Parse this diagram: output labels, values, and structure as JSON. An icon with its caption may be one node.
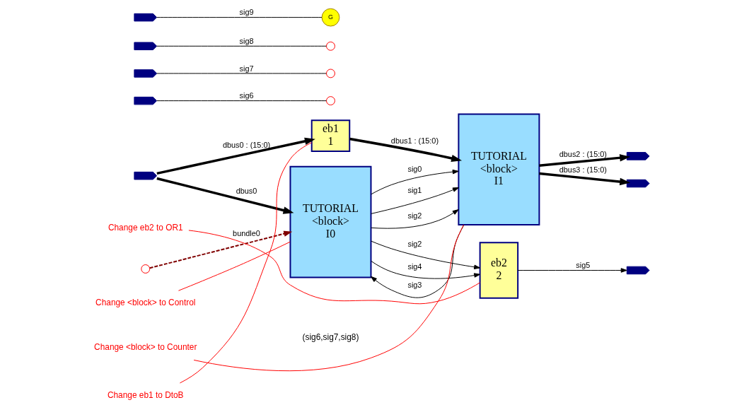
{
  "diagram": {
    "nodes": [
      {
        "text": [],
        "shape": "port"
      },
      {
        "text": [],
        "shape": "port"
      },
      {
        "text": [],
        "shape": "port"
      },
      {
        "text": [],
        "shape": "port"
      },
      {
        "text": [],
        "shape": "port"
      },
      {
        "text": [],
        "shape": "circle"
      },
      {
        "text": [],
        "shape": "circle"
      },
      {
        "text": [],
        "shape": "circle"
      },
      {
        "text": [],
        "shape": "circle"
      },
      {
        "text": [
          "G"
        ]
      },
      {
        "text": [
          "eb1",
          "1"
        ]
      },
      {
        "text": [
          "TUTORIAL",
          "<block>",
          "I0"
        ]
      },
      {
        "text": [
          "TUTORIAL",
          "<block>",
          "I1"
        ]
      },
      {
        "text": [
          "eb2",
          "2"
        ]
      },
      {
        "text": [],
        "shape": "port"
      },
      {
        "text": [],
        "shape": "port"
      },
      {
        "text": [],
        "shape": "port"
      },
      {
        "text": [
          "Change <block> to Control"
        ]
      },
      {
        "text": [
          "Change eb1 to DtoB"
        ]
      },
      {
        "text": [
          "Change <block> to Counter"
        ]
      },
      {
        "text": [
          "Change eb2 to OR1"
        ]
      }
    ],
    "edges": [
      {
        "from": 0,
        "to": 10,
        "arrow": "to",
        "label": "dbus0 : (15:0)",
        "style": "thick"
      },
      {
        "from": 0,
        "to": 11,
        "arrow": "to",
        "label": "dbus0",
        "style": "thick"
      },
      {
        "from": 1,
        "to": 5,
        "arrow": "none",
        "label": "sig6"
      },
      {
        "from": 2,
        "to": 6,
        "arrow": "none",
        "label": "sig7"
      },
      {
        "from": 3,
        "to": 7,
        "arrow": "none",
        "label": "sig8"
      },
      {
        "from": 8,
        "to": 11,
        "arrow": "to",
        "label": "bundle0",
        "style": "dashed",
        "color": "#800000"
      },
      {
        "from": 4,
        "to": 9,
        "arrow": "none",
        "label": "sig9"
      },
      {
        "from": 10,
        "to": 12,
        "arrow": "to",
        "label": "dbus1 : (15:0)",
        "style": "thick"
      },
      {
        "from": 12,
        "to": 11,
        "arrow": "to",
        "label": "sig3"
      },
      {
        "from": 11,
        "to": 12,
        "arrow": "to",
        "label": "sig0"
      },
      {
        "from": 11,
        "to": 12,
        "arrow": "to",
        "label": "sig1"
      },
      {
        "from": 11,
        "to": 12,
        "arrow": "to",
        "label": "sig2"
      },
      {
        "from": 11,
        "to": 13,
        "arrow": "to",
        "label": "sig2"
      },
      {
        "from": 12,
        "to": 14,
        "arrow": "to",
        "label": "dbus2 : (15:0)",
        "style": "thick"
      },
      {
        "from": 12,
        "to": 15,
        "arrow": "to",
        "label": "dbus3 : (15:0)",
        "style": "thick"
      },
      {
        "from": 11,
        "to": 13,
        "arrow": "to",
        "label": "sig4"
      },
      {
        "from": 13,
        "to": 16,
        "arrow": "to",
        "label": "sig5"
      },
      {
        "from": 17,
        "to": 11,
        "arrow": "none",
        "color": "#ff0000"
      },
      {
        "from": 18,
        "to": 10,
        "arrow": "none",
        "color": "#ff0000"
      },
      {
        "from": 19,
        "to": 12,
        "arrow": "none",
        "color": "#ff0000"
      },
      {
        "from": 20,
        "to": 13,
        "arrow": "none",
        "color": "#ff0000"
      }
    ],
    "labels": [
      "(sig6,sig7,sig8)"
    ]
  }
}
